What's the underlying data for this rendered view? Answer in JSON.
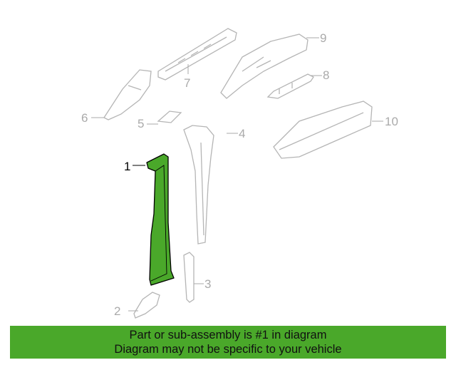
{
  "diagram": {
    "highlight_color": "#4aa82a",
    "callouts": [
      "1",
      "2",
      "3",
      "4",
      "5",
      "6",
      "7",
      "8",
      "9",
      "10"
    ],
    "highlighted_callout": "1"
  },
  "banner": {
    "line1": "Part or sub-assembly is #1 in diagram",
    "line2": "Diagram may not be specific to your vehicle"
  }
}
